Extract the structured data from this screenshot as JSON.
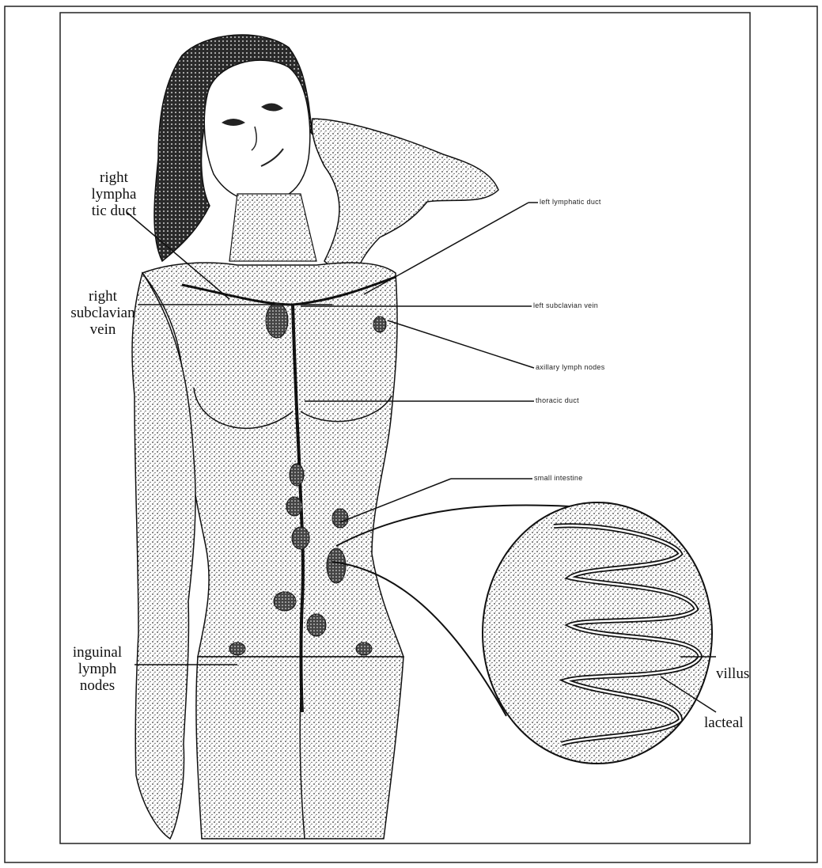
{
  "labels": {
    "right_lymphatic_duct": [
      "right",
      "lympha",
      "tic duct"
    ],
    "right_subclavian_vein": [
      "right",
      "subclavian",
      "vein"
    ],
    "inguinal_lymph_nodes": [
      "inguinal",
      "lymph",
      "nodes"
    ],
    "villus": "villus",
    "lacteal": "lacteal",
    "left_lymphatic_duct": "left lymphatic duct",
    "left_subclavian_vein": "left subclavian vein",
    "axillary_lymph_nodes": "axillary lymph nodes",
    "thoracic_duct": "thoracic duct",
    "small_intestine": "small intestine"
  },
  "colors": {
    "ink": "#111111",
    "paper": "#ffffff",
    "shade": "#555555"
  }
}
